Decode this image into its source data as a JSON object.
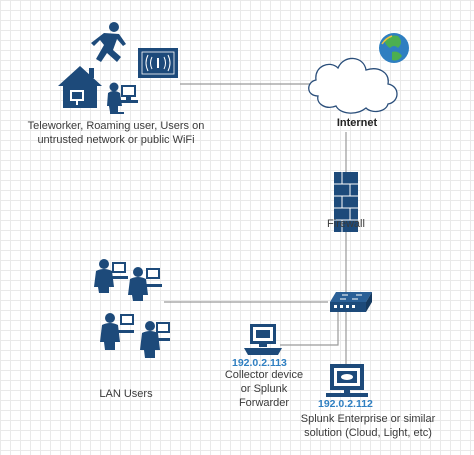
{
  "colors": {
    "icon_fill": "#1d4a7a",
    "ip_text": "#2f7fc1",
    "line": "#9a9a9a",
    "grid": "#e9e9e9"
  },
  "nodes": {
    "remote_users": {
      "line1": "Teleworker, Roaming user, Users on",
      "line2": "untrusted network or public WiFi"
    },
    "internet": {
      "label": "Internet"
    },
    "firewall": {
      "label": "Firewall"
    },
    "lan_users": {
      "label": "LAN Users"
    },
    "collector": {
      "ip": "192.0.2.113",
      "line1": "Collector device",
      "line2": "or Splunk",
      "line3": "Forwarder"
    },
    "splunk": {
      "ip": "192.0.2.112",
      "line1": "Splunk Enterprise or similar",
      "line2": "solution (Cloud, Light, etc)"
    }
  },
  "icons": [
    "running-person-icon",
    "wireless-access-point-icon",
    "house-icon",
    "desktop-user-icon",
    "cloud-icon",
    "globe-icon",
    "firewall-icon",
    "switch-icon",
    "workstation-icon",
    "server-icon"
  ]
}
